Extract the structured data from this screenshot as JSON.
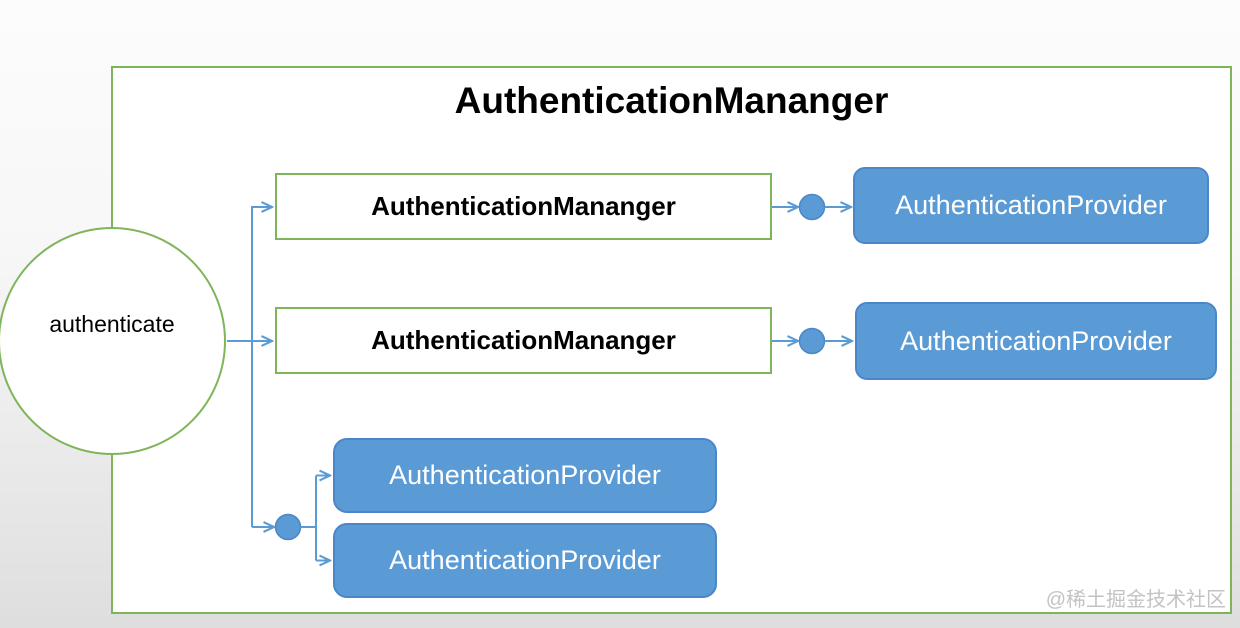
{
  "diagram": {
    "title": "AuthenticationMananger",
    "actor_label": "authenticate",
    "managers": {
      "m1": "AuthenticationMananger",
      "m2": "AuthenticationMananger"
    },
    "providers": {
      "p1": "AuthenticationProvider",
      "p2": "AuthenticationProvider",
      "p3": "AuthenticationProvider",
      "p4": "AuthenticationProvider"
    }
  },
  "watermark": "@稀土掘金技术社区",
  "colors": {
    "green": "#7EB55A",
    "blue_fill": "#5B9BD5",
    "blue_border": "#4A86C8",
    "connector": "#5B9BD5",
    "watermark_color": "#C3C3C3",
    "text_dark": "#000000",
    "text_light": "#FFFFFF"
  }
}
